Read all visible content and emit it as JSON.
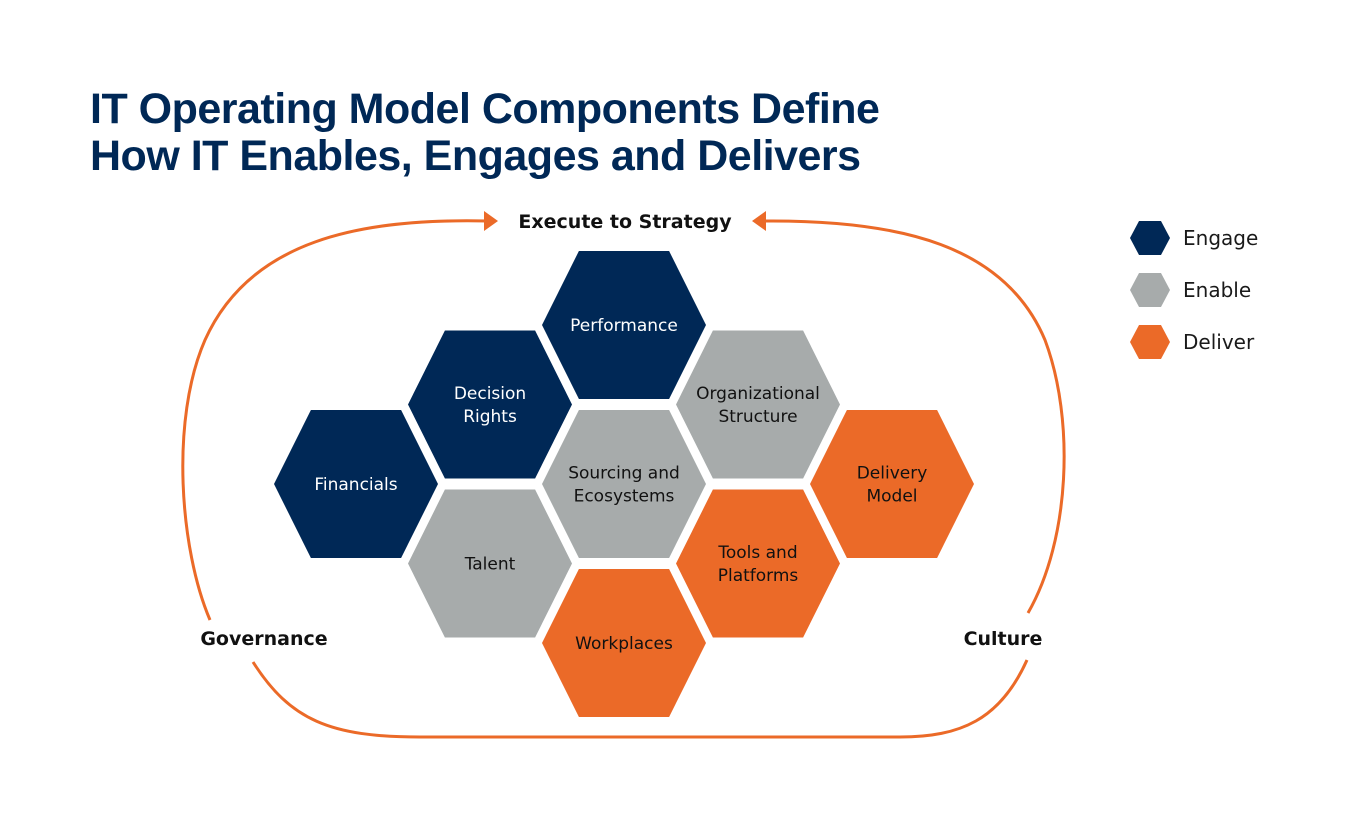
{
  "title": {
    "line1": "IT Operating Model Components Define",
    "line2": "How IT Enables, Engages and Delivers"
  },
  "colors": {
    "engage": "#002856",
    "enable": "#a7abab",
    "deliver": "#eb6a28",
    "title": "#002856",
    "loop": "#eb6a28"
  },
  "loop": {
    "top_label": "Execute to Strategy",
    "left_label": "Governance",
    "right_label": "Culture"
  },
  "legend": [
    {
      "category": "engage",
      "label": "Engage"
    },
    {
      "category": "enable",
      "label": "Enable"
    },
    {
      "category": "deliver",
      "label": "Deliver"
    }
  ],
  "components": [
    {
      "id": "financials",
      "lines": [
        "Financials"
      ],
      "category": "engage",
      "col": 0,
      "row": 2
    },
    {
      "id": "decision-rights",
      "lines": [
        "Decision",
        "Rights"
      ],
      "category": "engage",
      "col": 1,
      "row": 1
    },
    {
      "id": "performance",
      "lines": [
        "Performance"
      ],
      "category": "engage",
      "col": 2,
      "row": 0
    },
    {
      "id": "talent",
      "lines": [
        "Talent"
      ],
      "category": "enable",
      "col": 1,
      "row": 3
    },
    {
      "id": "sourcing-and-ecosystems",
      "lines": [
        "Sourcing and",
        "Ecosystems"
      ],
      "category": "enable",
      "col": 2,
      "row": 2
    },
    {
      "id": "organizational-structure",
      "lines": [
        "Organizational",
        "Structure"
      ],
      "category": "enable",
      "col": 3,
      "row": 1
    },
    {
      "id": "workplaces",
      "lines": [
        "Workplaces"
      ],
      "category": "deliver",
      "col": 2,
      "row": 4
    },
    {
      "id": "tools-and-platforms",
      "lines": [
        "Tools and",
        "Platforms"
      ],
      "category": "deliver",
      "col": 3,
      "row": 3
    },
    {
      "id": "delivery-model",
      "lines": [
        "Delivery",
        "Model"
      ],
      "category": "deliver",
      "col": 4,
      "row": 2
    }
  ]
}
